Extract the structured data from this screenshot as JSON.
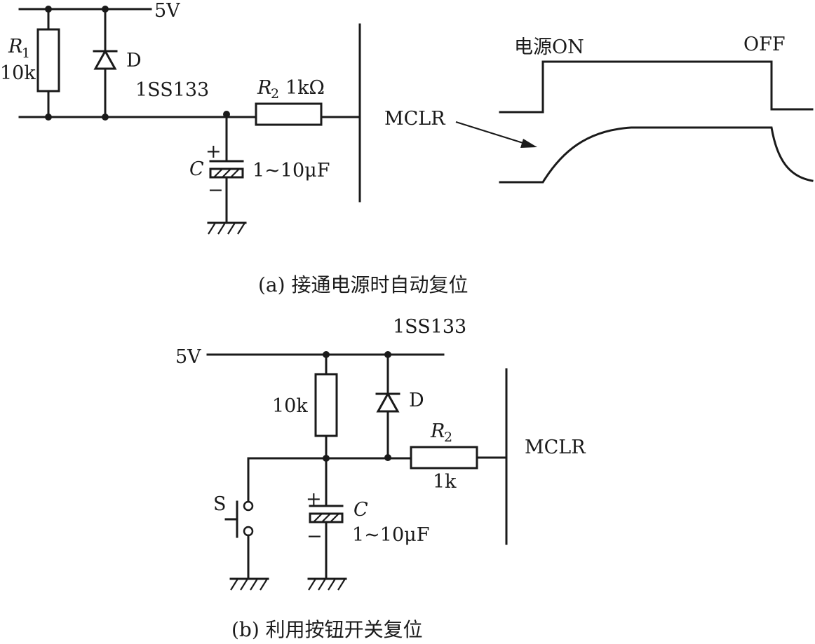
{
  "circuit_a": {
    "supply": "5V",
    "r1_name": "R",
    "r1_sub": "1",
    "r1_value": "10k",
    "diode": "D",
    "diode_part": "1SS133",
    "r2_name": "R",
    "r2_sub": "2",
    "r2_value": "1kΩ",
    "cap_name": "C",
    "cap_value": "1~10μF",
    "plus": "+",
    "minus": "−"
  },
  "timing": {
    "power_on": "电源ON",
    "power_off": "OFF",
    "mclr": "MCLR"
  },
  "caption_a": "(a) 接通电源时自动复位",
  "circuit_b": {
    "diode_part": "1SS133",
    "supply": "5V",
    "r1_value": "10k",
    "diode": "D",
    "r2_name": "R",
    "r2_sub": "2",
    "r2_value": "1k",
    "mclr": "MCLR",
    "switch": "S",
    "cap_name": "C",
    "cap_value": "1~10μF",
    "plus": "+",
    "minus": "−"
  },
  "caption_b": "(b) 利用按钮开关复位"
}
